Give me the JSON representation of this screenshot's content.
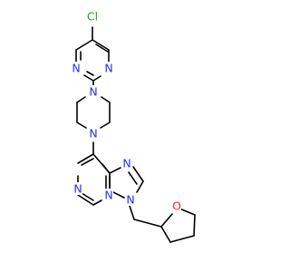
{
  "molecule": {
    "atoms": [
      {
        "id": "Cl1",
        "symbol": "Cl",
        "color": "#2ea02e"
      },
      {
        "id": "N1",
        "symbol": "N",
        "color": "#2b2bff"
      },
      {
        "id": "N2",
        "symbol": "N",
        "color": "#2b2bff"
      },
      {
        "id": "N3",
        "symbol": "N",
        "color": "#2b2bff"
      },
      {
        "id": "N4",
        "symbol": "N",
        "color": "#2b2bff"
      },
      {
        "id": "N5",
        "symbol": "N",
        "color": "#2b2bff"
      },
      {
        "id": "N6",
        "symbol": "N",
        "color": "#2b2bff"
      },
      {
        "id": "N7",
        "symbol": "N",
        "color": "#2b2bff"
      },
      {
        "id": "N8",
        "symbol": "N",
        "color": "#2b2bff"
      },
      {
        "id": "O1",
        "symbol": "O",
        "color": "#ff2020"
      }
    ]
  }
}
